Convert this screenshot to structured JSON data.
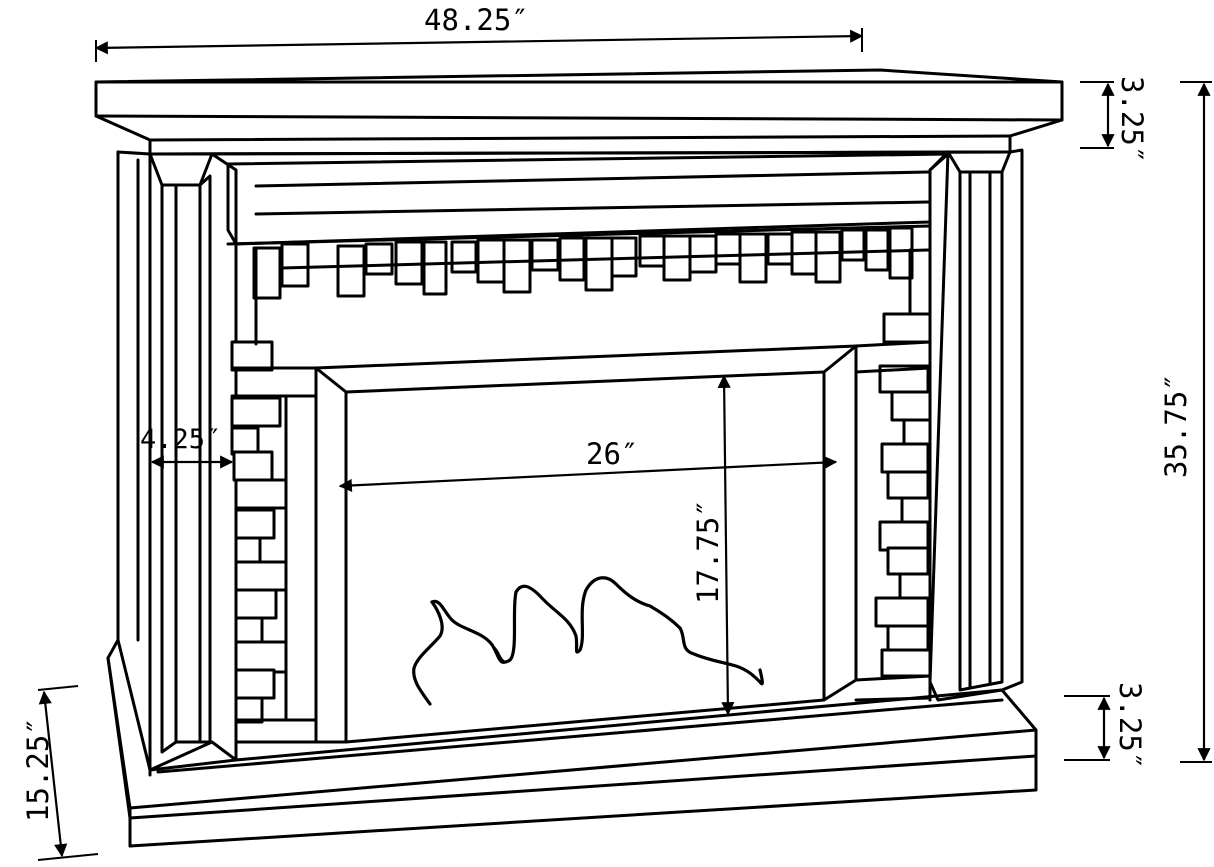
{
  "dimensions": {
    "overall_width": "48.25″",
    "top_molding_height": "3.25″",
    "overall_height": "35.75″",
    "pilaster_width": "4.25″",
    "firebox_width": "26″",
    "firebox_height": "17.75″",
    "base_height": "3.25″",
    "base_depth": "15.25″"
  },
  "colors": {
    "line": "#000000",
    "background": "#ffffff"
  }
}
